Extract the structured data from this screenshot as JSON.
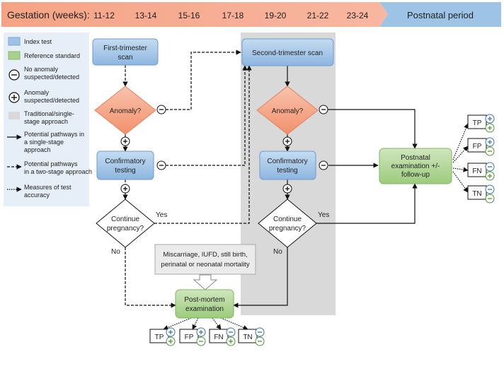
{
  "header": {
    "gestation_label": "Gestation (weeks):",
    "weeks": [
      "11-12",
      "13-14",
      "15-16",
      "17-18",
      "19-20",
      "21-22",
      "23-24"
    ],
    "postnatal_label": "Postnatal period"
  },
  "legend": {
    "index_test": "Index test",
    "reference_standard": "Reference standard",
    "no_anomaly": [
      "No anomaly",
      "suspected/detected"
    ],
    "anomaly": [
      "Anomaly",
      "suspected/detected"
    ],
    "traditional": [
      "Traditional/single-",
      "stage approach"
    ],
    "single_stage": [
      "Potential pathways in",
      "a single-stage",
      "approach"
    ],
    "two_stage": [
      "Potential pathways",
      "in a two-stage approach"
    ],
    "accuracy": [
      "Measures of test",
      "accuracy"
    ]
  },
  "nodes": {
    "first_scan": [
      "First-trimester",
      "scan"
    ],
    "second_scan": "Second-trimester scan",
    "anomaly_q": "Anomaly?",
    "confirmatory": [
      "Confirmatory",
      "testing"
    ],
    "continue": [
      "Continue",
      "pregnancy?"
    ],
    "postnatal": [
      "Postnatal",
      "examination +/-",
      "follow-up"
    ],
    "postmortem": [
      "Post-mortem",
      "examination"
    ],
    "outcomes_note": [
      "Miscarriage, IUFD, still birth,",
      "perinatal or neonatal mortality"
    ],
    "yes": "Yes",
    "no": "No"
  },
  "accuracy": {
    "tp": "TP",
    "fp": "FP",
    "fn": "FN",
    "tn": "TN"
  },
  "colors": {
    "header": "#f6a98b",
    "postnatal": "#9dc3e6",
    "index": "#9dc3e6",
    "reference": "#a9d18e",
    "diamond": "#f4a582",
    "shade": "#d9d9d9",
    "legend_bg": "#e8eff8"
  }
}
